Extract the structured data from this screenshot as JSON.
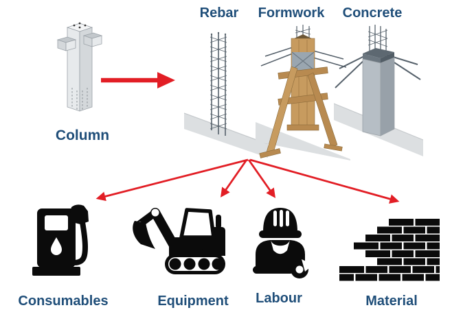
{
  "diagram": {
    "title_implicit": "Column construction breakdown",
    "source": {
      "label": "Column",
      "icon": "column-3d-icon"
    },
    "stages": [
      {
        "label": "Rebar",
        "icon": "rebar-cage-icon"
      },
      {
        "label": "Formwork",
        "icon": "formwork-icon"
      },
      {
        "label": "Concrete",
        "icon": "concrete-column-icon"
      }
    ],
    "resources": [
      {
        "label": "Consumables",
        "icon": "fuel-pump-icon"
      },
      {
        "label": "Equipment",
        "icon": "excavator-icon"
      },
      {
        "label": "Labour",
        "icon": "construction-worker-icon"
      },
      {
        "label": "Material",
        "icon": "brick-wall-icon"
      }
    ],
    "colors": {
      "arrow_red": "#E21E25",
      "label_blue": "#1F4E79",
      "icon_black": "#0b0b0b"
    }
  }
}
